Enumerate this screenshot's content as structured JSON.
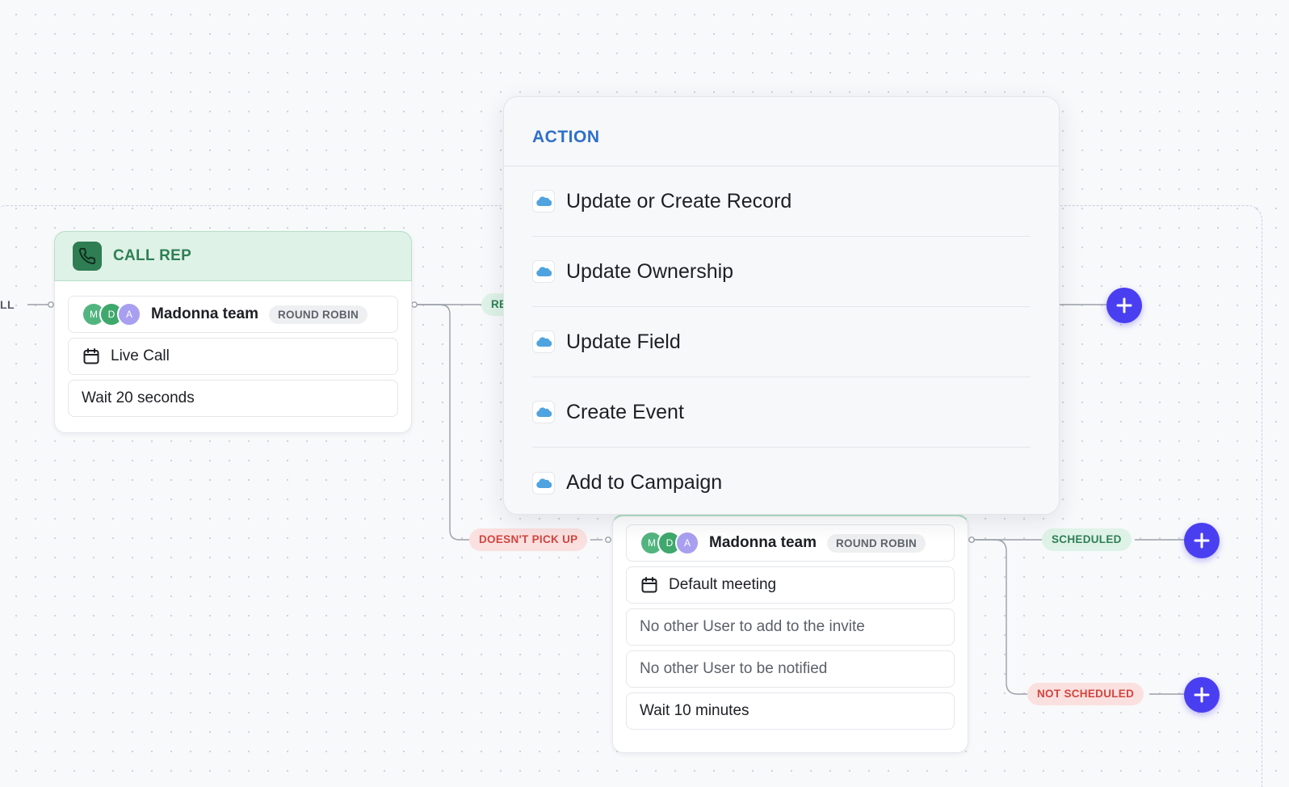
{
  "canvas": {
    "incoming_edge_label": "LL"
  },
  "call_rep_node": {
    "title": "CALL REP",
    "team_name": "Madonna team",
    "avatars": [
      "M",
      "D",
      "A"
    ],
    "routing_badge": "ROUND ROBIN",
    "call_type": "Live Call",
    "wait": "Wait 20 seconds"
  },
  "edges": {
    "reached_partial": "RE",
    "doesnt_pick_up": "DOESN'T PICK UP",
    "scheduled": "SCHEDULED",
    "not_scheduled": "NOT SCHEDULED"
  },
  "meeting_node": {
    "team_name": "Madonna team",
    "avatars": [
      "M",
      "D",
      "A"
    ],
    "routing_badge": "ROUND ROBIN",
    "meeting_type": "Default meeting",
    "invite_placeholder": "No other User to add to the invite",
    "notify_placeholder": "No other User to be notified",
    "wait": "Wait 10 minutes"
  },
  "action_menu": {
    "header": "ACTION",
    "items": [
      {
        "label": "Update or Create Record",
        "icon": "salesforce-cloud-icon"
      },
      {
        "label": "Update Ownership",
        "icon": "salesforce-cloud-icon"
      },
      {
        "label": "Update Field",
        "icon": "salesforce-cloud-icon"
      },
      {
        "label": "Create Event",
        "icon": "salesforce-cloud-icon"
      },
      {
        "label": "Add to Campaign",
        "icon": "salesforce-cloud-icon"
      }
    ]
  },
  "colors": {
    "accent_purple": "#4a3ff0",
    "green_header": "#dff2e7",
    "green_text": "#2e7f53",
    "red_pill": "#fbe0e0",
    "red_text": "#d0463f",
    "action_blue": "#2f6fc9"
  }
}
